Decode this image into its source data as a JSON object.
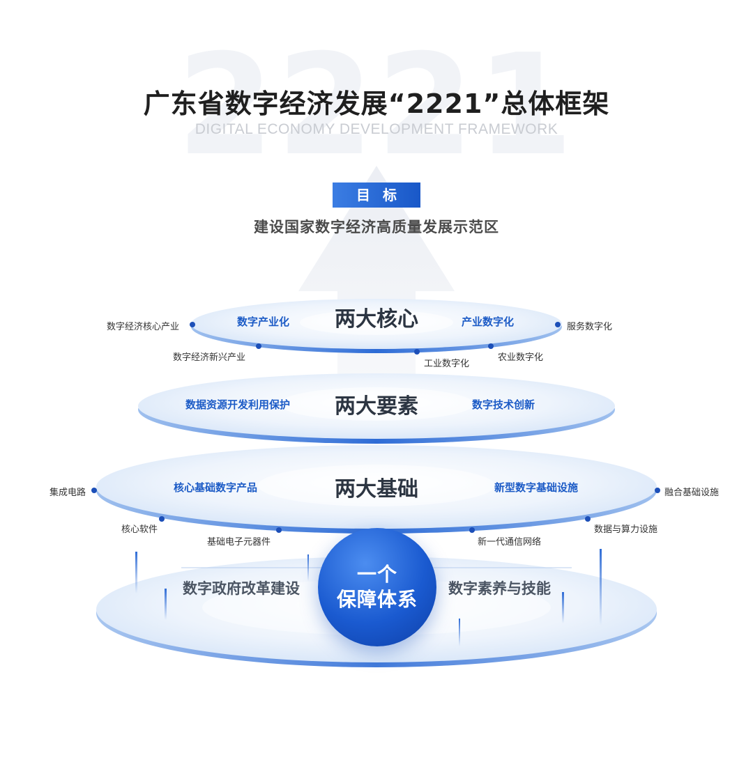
{
  "header": {
    "background_number": "2221",
    "title": "广东省数字经济发展“2221”总体框架",
    "subtitle": "DIGITAL ECONOMY DEVELOPMENT FRAMEWORK"
  },
  "goal": {
    "badge": "目标",
    "text": "建设国家数字经济高质量发展示范区"
  },
  "layers": {
    "core": {
      "title": "两大核心",
      "left_label": "数字产业化",
      "right_label": "产业数字化",
      "annotations": [
        "数字经济核心产业",
        "数字经济新兴产业",
        "工业数字化",
        "农业数字化",
        "服务数字化"
      ]
    },
    "elements": {
      "title": "两大要素",
      "left_label": "数据资源开发利用保护",
      "right_label": "数字技术创新"
    },
    "foundation": {
      "title": "两大基础",
      "left_label": "核心基础数字产品",
      "right_label": "新型数字基础设施",
      "annotations": [
        "集成电路",
        "核心软件",
        "基础电子元器件",
        "新一代通信网络",
        "数据与算力设施",
        "融合基础设施"
      ]
    },
    "guarantee": {
      "center_line1": "一个",
      "center_line2": "保障体系",
      "left_label": "数字政府改革建设",
      "right_label": "数字素养与技能"
    }
  },
  "colors": {
    "accent_blue": "#1c5bc6",
    "disc_fill": "#e6effb",
    "disc_edge": "#3c78dc",
    "title_text": "#1f1f1f"
  }
}
